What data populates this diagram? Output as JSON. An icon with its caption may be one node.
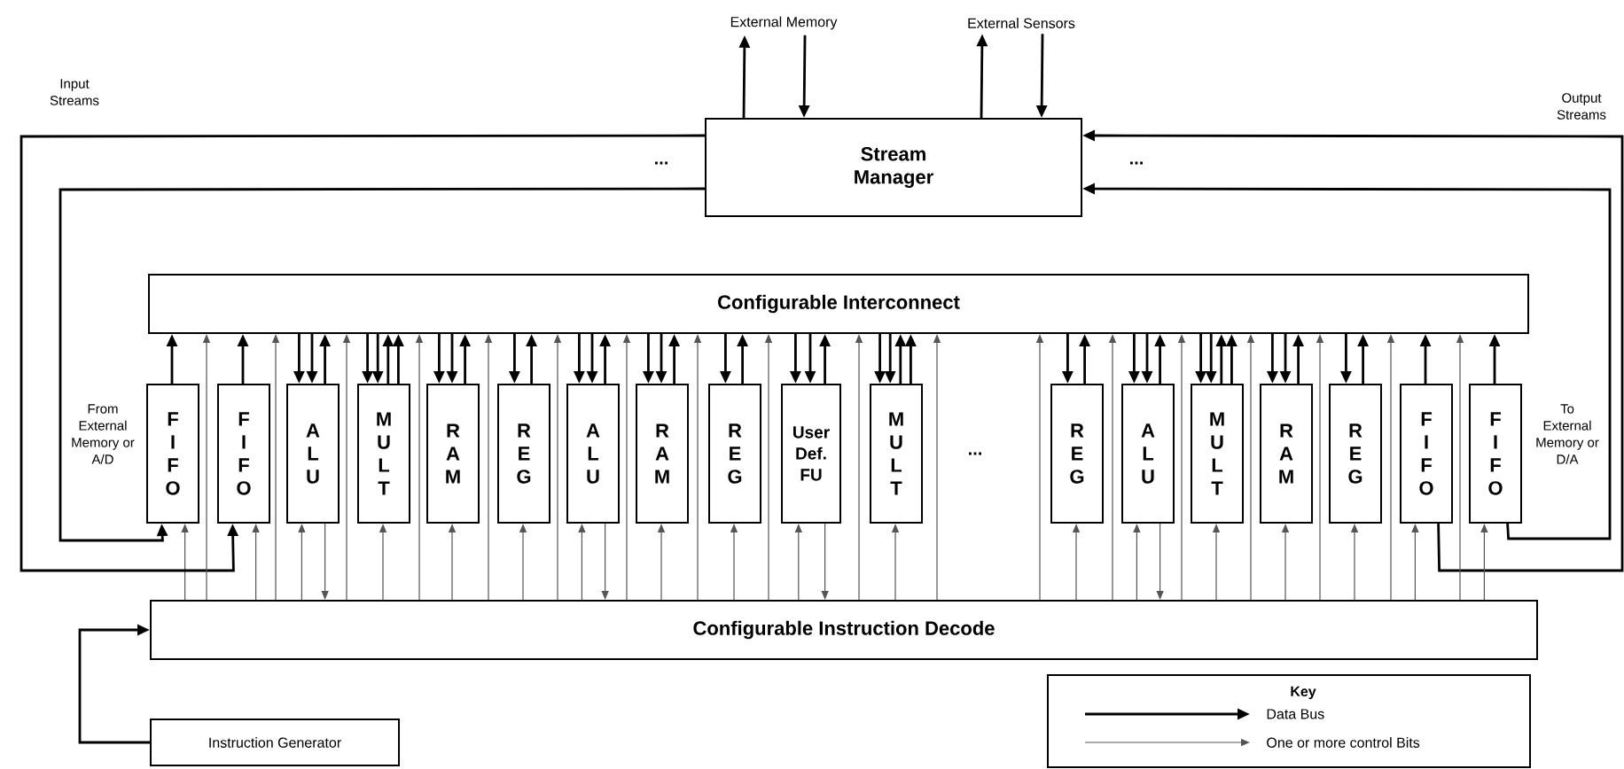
{
  "diagram": {
    "nodes": [
      {
        "text": [
          "External Memory"
        ]
      },
      {
        "text": [
          "External Sensors"
        ]
      },
      {
        "text": [
          "Stream Manager"
        ]
      },
      {
        "text": [
          "Configurable Interconnect"
        ]
      },
      {
        "text": [
          "FIFO"
        ]
      },
      {
        "text": [
          "FIFO"
        ]
      },
      {
        "text": [
          "ALU"
        ]
      },
      {
        "text": [
          "MULT"
        ]
      },
      {
        "text": [
          "RAM"
        ]
      },
      {
        "text": [
          "REG"
        ]
      },
      {
        "text": [
          "ALU"
        ]
      },
      {
        "text": [
          "RAM"
        ]
      },
      {
        "text": [
          "REG"
        ]
      },
      {
        "text": [
          "User Def. FU"
        ]
      },
      {
        "text": [
          "MULT"
        ]
      },
      {
        "text": [
          "REG"
        ]
      },
      {
        "text": [
          "ALU"
        ]
      },
      {
        "text": [
          "MULT"
        ]
      },
      {
        "text": [
          "RAM"
        ]
      },
      {
        "text": [
          "REG"
        ]
      },
      {
        "text": [
          "FIFO"
        ]
      },
      {
        "text": [
          "FIFO"
        ]
      },
      {
        "text": [
          "Configurable Instruction Decode"
        ]
      },
      {
        "text": [
          "Instruction Generator"
        ]
      }
    ],
    "edges": [
      {
        "from": 2,
        "to": 0,
        "arrow": "to"
      },
      {
        "from": 0,
        "to": 2,
        "arrow": "to"
      },
      {
        "from": 2,
        "to": 1,
        "arrow": "to"
      },
      {
        "from": 1,
        "to": 2,
        "arrow": "to"
      },
      {
        "from": 4,
        "to": 3,
        "arrow": "to"
      },
      {
        "from": 2,
        "to": 4,
        "arrow": "to"
      },
      {
        "from": 22,
        "to": 4,
        "arrow": "to",
        "color": "#555555"
      },
      {
        "from": 5,
        "to": 3,
        "arrow": "to"
      },
      {
        "from": 2,
        "to": 5,
        "arrow": "to"
      },
      {
        "from": 22,
        "to": 5,
        "arrow": "to",
        "color": "#555555"
      },
      {
        "from": 3,
        "to": 6,
        "arrow": "to"
      },
      {
        "from": 3,
        "to": 6,
        "arrow": "to"
      },
      {
        "from": 6,
        "to": 3,
        "arrow": "to"
      },
      {
        "from": 22,
        "to": 6,
        "arrow": "to",
        "color": "#555555"
      },
      {
        "from": 6,
        "to": 22,
        "arrow": "to",
        "color": "#555555"
      },
      {
        "from": 3,
        "to": 7,
        "arrow": "to"
      },
      {
        "from": 3,
        "to": 7,
        "arrow": "to"
      },
      {
        "from": 7,
        "to": 3,
        "arrow": "to"
      },
      {
        "from": 7,
        "to": 3,
        "arrow": "to"
      },
      {
        "from": 22,
        "to": 7,
        "arrow": "to",
        "color": "#555555"
      },
      {
        "from": 3,
        "to": 8,
        "arrow": "to"
      },
      {
        "from": 3,
        "to": 8,
        "arrow": "to"
      },
      {
        "from": 8,
        "to": 3,
        "arrow": "to"
      },
      {
        "from": 22,
        "to": 8,
        "arrow": "to",
        "color": "#555555"
      },
      {
        "from": 3,
        "to": 9,
        "arrow": "to"
      },
      {
        "from": 9,
        "to": 3,
        "arrow": "to"
      },
      {
        "from": 22,
        "to": 9,
        "arrow": "to",
        "color": "#555555"
      },
      {
        "from": 3,
        "to": 10,
        "arrow": "to"
      },
      {
        "from": 3,
        "to": 10,
        "arrow": "to"
      },
      {
        "from": 10,
        "to": 3,
        "arrow": "to"
      },
      {
        "from": 22,
        "to": 10,
        "arrow": "to",
        "color": "#555555"
      },
      {
        "from": 10,
        "to": 22,
        "arrow": "to",
        "color": "#555555"
      },
      {
        "from": 3,
        "to": 11,
        "arrow": "to"
      },
      {
        "from": 3,
        "to": 11,
        "arrow": "to"
      },
      {
        "from": 11,
        "to": 3,
        "arrow": "to"
      },
      {
        "from": 22,
        "to": 11,
        "arrow": "to",
        "color": "#555555"
      },
      {
        "from": 3,
        "to": 12,
        "arrow": "to"
      },
      {
        "from": 12,
        "to": 3,
        "arrow": "to"
      },
      {
        "from": 22,
        "to": 12,
        "arrow": "to",
        "color": "#555555"
      },
      {
        "from": 3,
        "to": 13,
        "arrow": "to"
      },
      {
        "from": 3,
        "to": 13,
        "arrow": "to"
      },
      {
        "from": 13,
        "to": 3,
        "arrow": "to"
      },
      {
        "from": 22,
        "to": 13,
        "arrow": "to",
        "color": "#555555"
      },
      {
        "from": 13,
        "to": 22,
        "arrow": "to",
        "color": "#555555"
      },
      {
        "from": 3,
        "to": 14,
        "arrow": "to"
      },
      {
        "from": 3,
        "to": 14,
        "arrow": "to"
      },
      {
        "from": 14,
        "to": 3,
        "arrow": "to"
      },
      {
        "from": 14,
        "to": 3,
        "arrow": "to"
      },
      {
        "from": 22,
        "to": 14,
        "arrow": "to",
        "color": "#555555"
      },
      {
        "from": 3,
        "to": 15,
        "arrow": "to"
      },
      {
        "from": 15,
        "to": 3,
        "arrow": "to"
      },
      {
        "from": 22,
        "to": 15,
        "arrow": "to",
        "color": "#555555"
      },
      {
        "from": 3,
        "to": 16,
        "arrow": "to"
      },
      {
        "from": 3,
        "to": 16,
        "arrow": "to"
      },
      {
        "from": 16,
        "to": 3,
        "arrow": "to"
      },
      {
        "from": 22,
        "to": 16,
        "arrow": "to",
        "color": "#555555"
      },
      {
        "from": 16,
        "to": 22,
        "arrow": "to",
        "color": "#555555"
      },
      {
        "from": 3,
        "to": 17,
        "arrow": "to"
      },
      {
        "from": 3,
        "to": 17,
        "arrow": "to"
      },
      {
        "from": 17,
        "to": 3,
        "arrow": "to"
      },
      {
        "from": 17,
        "to": 3,
        "arrow": "to"
      },
      {
        "from": 22,
        "to": 17,
        "arrow": "to",
        "color": "#555555"
      },
      {
        "from": 3,
        "to": 18,
        "arrow": "to"
      },
      {
        "from": 3,
        "to": 18,
        "arrow": "to"
      },
      {
        "from": 18,
        "to": 3,
        "arrow": "to"
      },
      {
        "from": 22,
        "to": 18,
        "arrow": "to",
        "color": "#555555"
      },
      {
        "from": 3,
        "to": 19,
        "arrow": "to"
      },
      {
        "from": 19,
        "to": 3,
        "arrow": "to"
      },
      {
        "from": 22,
        "to": 19,
        "arrow": "to",
        "color": "#555555"
      },
      {
        "from": 20,
        "to": 3,
        "arrow": "to"
      },
      {
        "from": 22,
        "to": 20,
        "arrow": "to",
        "color": "#555555"
      },
      {
        "from": 20,
        "to": 2,
        "arrow": "to"
      },
      {
        "from": 21,
        "to": 3,
        "arrow": "to"
      },
      {
        "from": 22,
        "to": 21,
        "arrow": "to",
        "color": "#555555"
      },
      {
        "from": 21,
        "to": 2,
        "arrow": "to"
      },
      {
        "from": 22,
        "to": 3,
        "arrow": "to",
        "color": "#555555"
      },
      {
        "from": 22,
        "to": 3,
        "arrow": "to",
        "color": "#555555"
      },
      {
        "from": 22,
        "to": 3,
        "arrow": "to",
        "color": "#555555"
      },
      {
        "from": 22,
        "to": 3,
        "arrow": "to",
        "color": "#555555"
      },
      {
        "from": 22,
        "to": 3,
        "arrow": "to",
        "color": "#555555"
      },
      {
        "from": 22,
        "to": 3,
        "arrow": "to",
        "color": "#555555"
      },
      {
        "from": 22,
        "to": 3,
        "arrow": "to",
        "color": "#555555"
      },
      {
        "from": 22,
        "to": 3,
        "arrow": "to",
        "color": "#555555"
      },
      {
        "from": 22,
        "to": 3,
        "arrow": "to",
        "color": "#555555"
      },
      {
        "from": 22,
        "to": 3,
        "arrow": "to",
        "color": "#555555"
      },
      {
        "from": 22,
        "to": 3,
        "arrow": "to",
        "color": "#555555"
      },
      {
        "from": 22,
        "to": 3,
        "arrow": "to",
        "color": "#555555"
      },
      {
        "from": 22,
        "to": 3,
        "arrow": "to",
        "color": "#555555"
      },
      {
        "from": 22,
        "to": 3,
        "arrow": "to",
        "color": "#555555"
      },
      {
        "from": 22,
        "to": 3,
        "arrow": "to",
        "color": "#555555"
      },
      {
        "from": 22,
        "to": 3,
        "arrow": "to",
        "color": "#555555"
      },
      {
        "from": 22,
        "to": 3,
        "arrow": "to",
        "color": "#555555"
      },
      {
        "from": 22,
        "to": 3,
        "arrow": "to",
        "color": "#555555"
      },
      {
        "from": 23,
        "to": 22,
        "arrow": "to"
      }
    ],
    "labels": [
      "Input Streams",
      "...",
      "...",
      "Output Streams",
      "From External Memory or A/D",
      "...",
      "To External Memory or D/A",
      "Key"
    ],
    "legend": [
      {
        "text": "Data Bus"
      },
      {
        "text": "One or more control Bits"
      }
    ]
  }
}
